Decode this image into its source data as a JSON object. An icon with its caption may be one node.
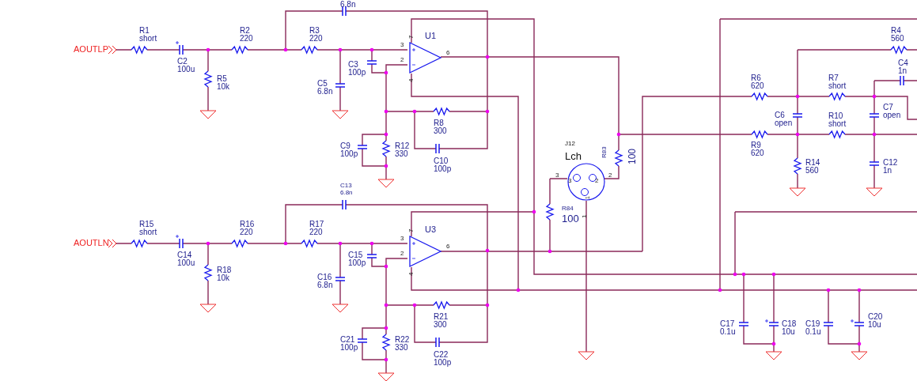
{
  "diagram": {
    "nodes": [
      {
        "text": [
          "AOUTLP"
        ]
      },
      {
        "text": [
          "U1"
        ]
      },
      {
        "text": [
          "J12",
          "Lch"
        ]
      },
      {
        "text": [
          "AOUTLN"
        ]
      },
      {
        "text": [
          "U3"
        ]
      }
    ],
    "edges": [
      {
        "from": 1,
        "to": 4,
        "arrow": "none"
      },
      {
        "from": 1,
        "to": 4,
        "arrow": "none"
      }
    ],
    "labels": [
      "6.8n",
      "R1",
      "short",
      "R2",
      "220",
      "R3",
      "220",
      "R4",
      "560",
      "7",
      "3",
      "6",
      "2",
      "C2",
      "100u",
      "C3",
      "100p",
      "4",
      "C4",
      "1n",
      "R5",
      "10k",
      "R6",
      "620",
      "R7",
      "short",
      "C5",
      "6.8n",
      "C7",
      "open",
      "C6",
      "open",
      "R10",
      "short",
      "R8",
      "300",
      "R9",
      "620",
      "C9",
      "100p",
      "R12",
      "330",
      "R83",
      "100",
      "C10",
      "100p",
      "R14",
      "560",
      "C12",
      "1n",
      "3",
      "2",
      "3",
      "2",
      "1",
      "C13",
      "6.8n",
      "R84",
      "100",
      "1",
      "R15",
      "short",
      "R16",
      "220",
      "R17",
      "220",
      "7",
      "3",
      "6",
      "2",
      "C14",
      "100u",
      "C15",
      "100p",
      "4",
      "R18",
      "10k",
      "C16",
      "6.8n",
      "R21",
      "300",
      "C20",
      "10u",
      "C17",
      "0.1u",
      "C18",
      "10u",
      "C19",
      "0.1u",
      "C21",
      "100p",
      "R22",
      "330",
      "C22",
      "100p"
    ]
  }
}
